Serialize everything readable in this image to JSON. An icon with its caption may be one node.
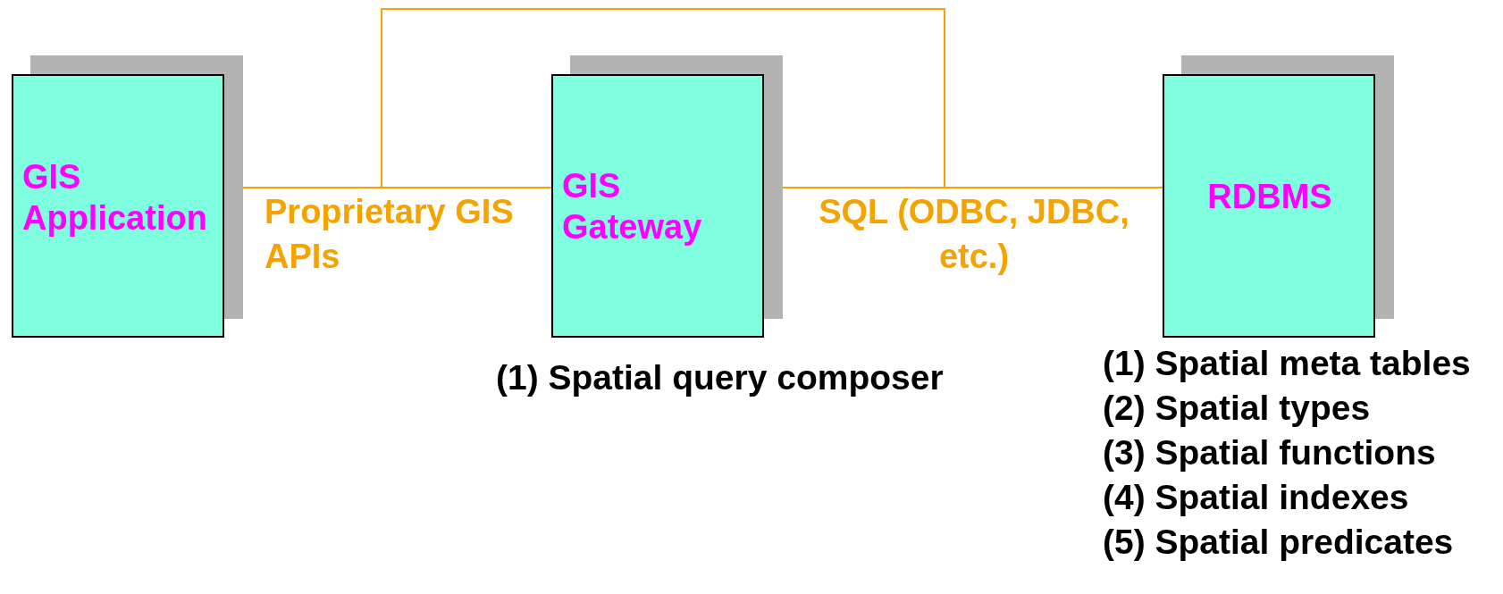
{
  "diagram": {
    "nodes": [
      {
        "text": [
          "GIS Application"
        ]
      },
      {
        "text": [
          "GIS Gateway"
        ],
        "beside": [
          "(1) Spatial query composer"
        ]
      },
      {
        "text": [
          "RDBMS"
        ],
        "beside": [
          "(1) Spatial meta tables",
          "(2) Spatial types",
          "(3) Spatial functions",
          "(4) Spatial indexes",
          "(5) Spatial predicates"
        ]
      }
    ],
    "edges": [
      {
        "from": 0,
        "to": 1,
        "arrow": "none",
        "label": "Proprietary GIS APIs"
      },
      {
        "from": 1,
        "to": 2,
        "arrow": "none",
        "label": "SQL (ODBC, JDBC, etc.)"
      },
      {
        "from": 0,
        "to": 2,
        "arrow": "none"
      }
    ]
  }
}
